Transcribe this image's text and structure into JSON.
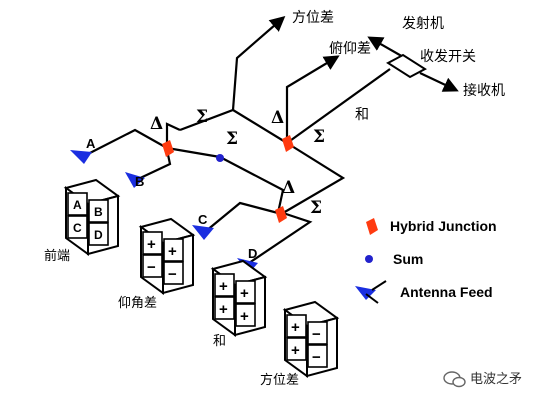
{
  "colors": {
    "line": "#000000",
    "hybrid_junction": "#ff3b10",
    "sum_dot": "#2222cc",
    "feed": "#1a2ee0",
    "plus": "#2233dd",
    "minus": "#e23a1a"
  },
  "outputs": {
    "azimuth_diff": "方位差",
    "elevation_diff": "俯仰差",
    "transmitter": "发射机",
    "duplexer": "收发开关",
    "receiver": "接收机",
    "sum": "和"
  },
  "symbols": {
    "delta": "Δ",
    "sigma": "Σ"
  },
  "feeds": [
    "A",
    "B",
    "C",
    "D"
  ],
  "quadrants": {
    "front": {
      "caption": "前端",
      "cells": [
        "A",
        "B",
        "C",
        "D"
      ]
    },
    "elevation": {
      "caption": "仰角差",
      "signs": [
        "+",
        "+",
        "−",
        "−"
      ]
    },
    "sum": {
      "caption": "和",
      "signs": [
        "+",
        "+",
        "+",
        "+"
      ]
    },
    "azimuth": {
      "caption": "方位差",
      "signs": [
        "+",
        "−",
        "+",
        "−"
      ]
    }
  },
  "legend": {
    "hybrid_junction": "Hybrid Junction",
    "sum": "Sum",
    "antenna_feed": "Antenna Feed"
  },
  "watermark": "电波之矛",
  "watermark_icon": "chat-bubble-icon"
}
